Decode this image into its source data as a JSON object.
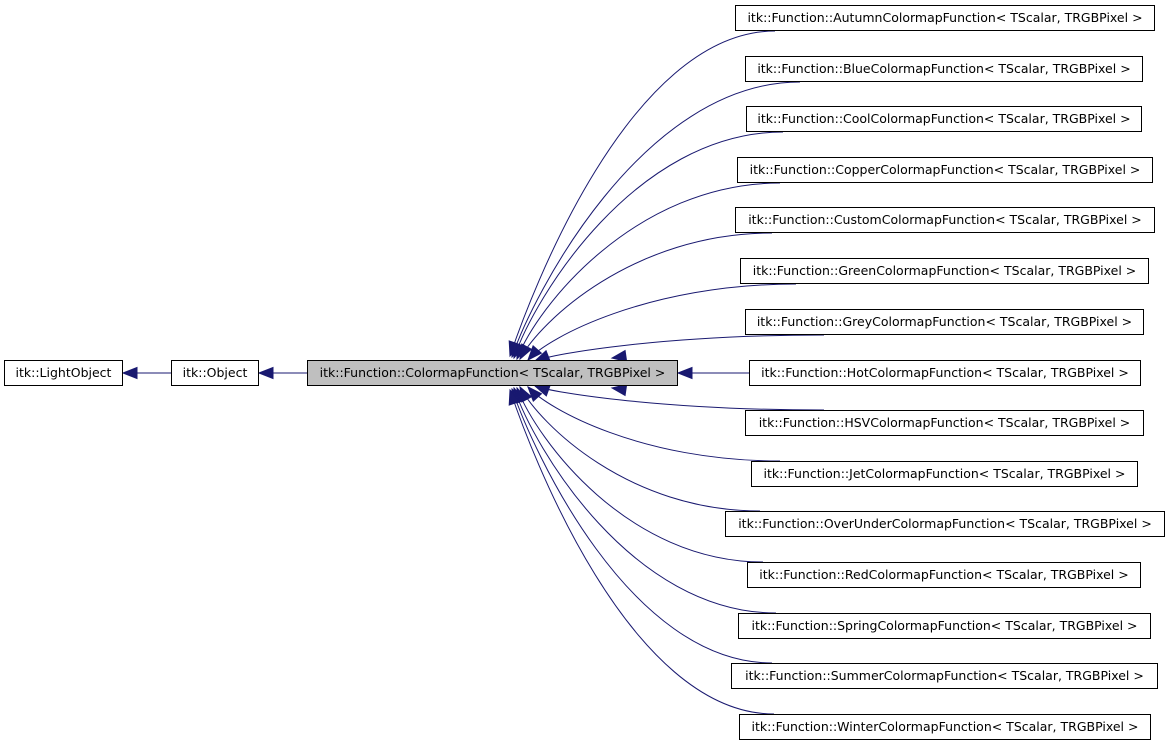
{
  "diagram": {
    "edge_color": "#191970",
    "current_fill": "#bfbfbf",
    "nodes": {
      "light_object": "itk::LightObject",
      "object": "itk::Object",
      "colormap_function": "itk::Function::ColormapFunction< TScalar, TRGBPixel >"
    },
    "derived": [
      "itk::Function::AutumnColormapFunction< TScalar, TRGBPixel >",
      "itk::Function::BlueColormapFunction< TScalar, TRGBPixel >",
      "itk::Function::CoolColormapFunction< TScalar, TRGBPixel >",
      "itk::Function::CopperColormapFunction< TScalar, TRGBPixel >",
      "itk::Function::CustomColormapFunction< TScalar, TRGBPixel >",
      "itk::Function::GreenColormapFunction< TScalar, TRGBPixel >",
      "itk::Function::GreyColormapFunction< TScalar, TRGBPixel >",
      "itk::Function::HotColormapFunction< TScalar, TRGBPixel >",
      "itk::Function::HSVColormapFunction< TScalar, TRGBPixel >",
      "itk::Function::JetColormapFunction< TScalar, TRGBPixel >",
      "itk::Function::OverUnderColormapFunction< TScalar, TRGBPixel >",
      "itk::Function::RedColormapFunction< TScalar, TRGBPixel >",
      "itk::Function::SpringColormapFunction< TScalar, TRGBPixel >",
      "itk::Function::SummerColormapFunction< TScalar, TRGBPixel >",
      "itk::Function::WinterColormapFunction< TScalar, TRGBPixel >"
    ]
  }
}
